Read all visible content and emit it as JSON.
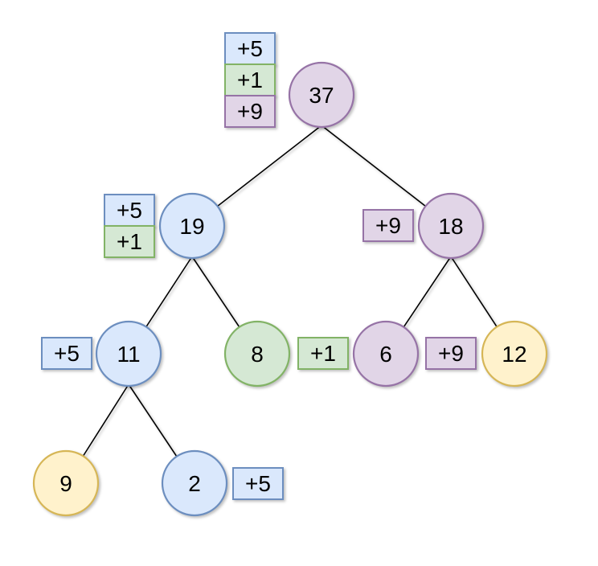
{
  "diagram": {
    "type": "binary-tree-with-modifier-badges",
    "background": "#ffffff",
    "edge_color": "#000000"
  },
  "palette": {
    "blue": {
      "fill": "#dae8fc",
      "stroke": "#6c8ebf"
    },
    "green": {
      "fill": "#d5e8d4",
      "stroke": "#82b366"
    },
    "purple": {
      "fill": "#e1d5e7",
      "stroke": "#9673a6"
    },
    "yellow": {
      "fill": "#fff2cc",
      "stroke": "#d6b656"
    }
  },
  "nodes": [
    {
      "value": "37",
      "color": "purple"
    },
    {
      "value": "19",
      "color": "blue"
    },
    {
      "value": "18",
      "color": "purple"
    },
    {
      "value": "11",
      "color": "blue"
    },
    {
      "value": "8",
      "color": "green"
    },
    {
      "value": "6",
      "color": "purple"
    },
    {
      "value": "12",
      "color": "yellow"
    },
    {
      "value": "9",
      "color": "yellow"
    },
    {
      "value": "2",
      "color": "blue"
    }
  ],
  "edges": [
    {
      "from": "37",
      "to": "19"
    },
    {
      "from": "37",
      "to": "18"
    },
    {
      "from": "19",
      "to": "11"
    },
    {
      "from": "19",
      "to": "8"
    },
    {
      "from": "18",
      "to": "6"
    },
    {
      "from": "18",
      "to": "12"
    },
    {
      "from": "11",
      "to": "9"
    },
    {
      "from": "11",
      "to": "2"
    }
  ],
  "badges": [
    {
      "text": "+5",
      "color": "blue",
      "attached_to": "37",
      "side": "left"
    },
    {
      "text": "+1",
      "color": "green",
      "attached_to": "37",
      "side": "left"
    },
    {
      "text": "+9",
      "color": "purple",
      "attached_to": "37",
      "side": "left"
    },
    {
      "text": "+5",
      "color": "blue",
      "attached_to": "19",
      "side": "left"
    },
    {
      "text": "+1",
      "color": "green",
      "attached_to": "19",
      "side": "left"
    },
    {
      "text": "+9",
      "color": "purple",
      "attached_to": "18",
      "side": "left"
    },
    {
      "text": "+5",
      "color": "blue",
      "attached_to": "11",
      "side": "left"
    },
    {
      "text": "+1",
      "color": "green",
      "attached_to": "8",
      "side": "right"
    },
    {
      "text": "+9",
      "color": "purple",
      "attached_to": "6",
      "side": "right"
    },
    {
      "text": "+5",
      "color": "blue",
      "attached_to": "2",
      "side": "right"
    }
  ]
}
